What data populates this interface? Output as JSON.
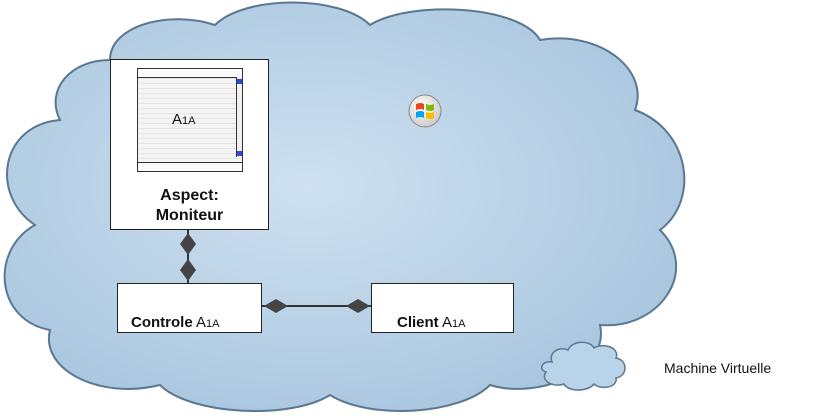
{
  "colors": {
    "cloud_fill": "#b9d3e8",
    "cloud_stroke": "#5a7892",
    "box_border": "#222222",
    "connector": "#333333",
    "window_stripes": "#e8e8e8"
  },
  "monitor": {
    "window_label_main": "A",
    "window_label_sub": "1A",
    "caption_line1": "Aspect:",
    "caption_line2": "Moniteur"
  },
  "controle": {
    "label": "Controle",
    "sub": "A",
    "sub2": "1A"
  },
  "client": {
    "label": "Client",
    "sub": "A",
    "sub2": "1A"
  },
  "legend": {
    "label": "Machine Virtuelle"
  },
  "icons": {
    "os_logo": "windows-logo-icon",
    "legend_cloud": "cloud-icon"
  }
}
